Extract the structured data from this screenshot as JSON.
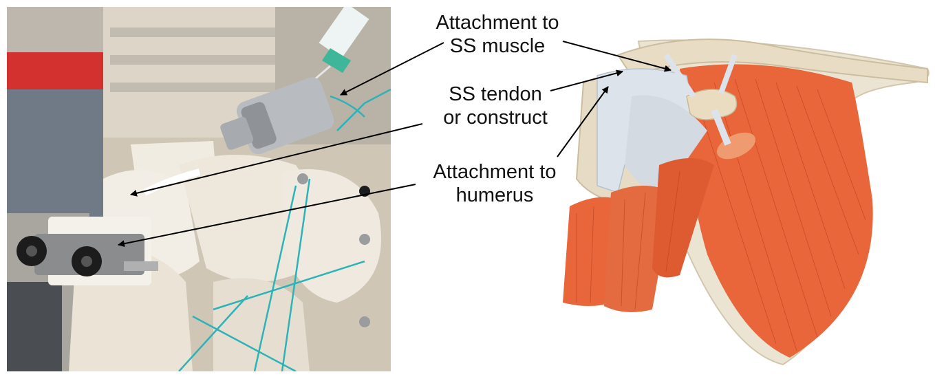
{
  "labels": {
    "attachment_muscle": {
      "line1": "Attachment to",
      "line2": "SS muscle"
    },
    "tendon": {
      "line1": "SS tendon",
      "line2": "or construct"
    },
    "attachment_humerus": {
      "line1": "Attachment to",
      "line2": "humerus"
    }
  },
  "colors": {
    "muscle": "#e9663b",
    "muscle_dark": "#c9431f",
    "bone": "#ece4d2",
    "tendon": "#dde3ea",
    "printed_part": "#f2eee6",
    "string": "#2bb3b8",
    "arrow": "#000000"
  }
}
